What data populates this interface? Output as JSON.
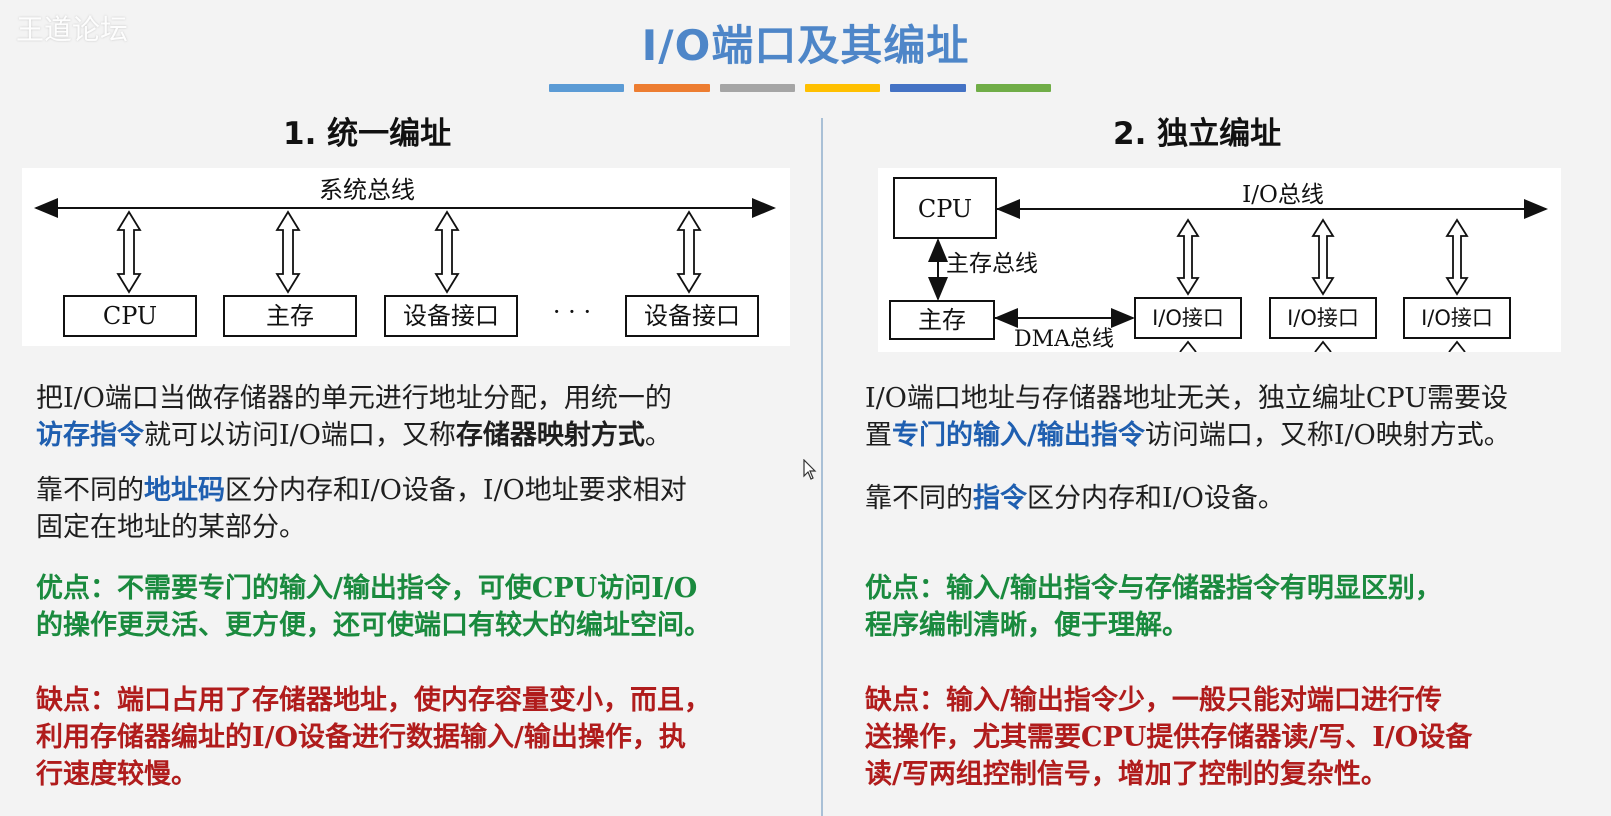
{
  "watermark": "王道论坛",
  "title": "I/O端口及其编址",
  "strip_colors": [
    "#5b9bd5",
    "#ed7d31",
    "#a5a5a5",
    "#ffc000",
    "#4472c4",
    "#70ad47"
  ],
  "left": {
    "heading": "1. 统一编址",
    "diagram": {
      "bus_label": "系统总线",
      "boxes": [
        "CPU",
        "主存",
        "设备接口",
        "设备接口"
      ],
      "ellipsis": "· · ·"
    },
    "p1": {
      "a": "把I/O端口当做存储器的单元进行地址分配，用统一的",
      "b": "访存指令",
      "c": "就可以访问I/O端口，又称",
      "d": "存储器映射方式",
      "e": "。"
    },
    "p2": {
      "a": "靠不同的",
      "b": "地址码",
      "c": "区分内存和I/O设备，I/O地址要求相对",
      "d": "固定在地址的某部分。"
    },
    "pros": {
      "line1": "优点：不需要专门的输入/输出指令，可使CPU访问I/O",
      "line2": "的操作更灵活、更方便，还可使端口有较大的编址空间。"
    },
    "cons": {
      "line1": "缺点：端口占用了存储器地址，使内存容量变小，而且，",
      "line2": "利用存储器编址的I/O设备进行数据输入/输出操作，执",
      "line3": "行速度较慢。"
    }
  },
  "right": {
    "heading": "2. 独立编址",
    "diagram": {
      "cpu": "CPU",
      "io_bus": "I/O总线",
      "mem_bus": "主存总线",
      "memory": "主存",
      "dma_bus": "DMA总线",
      "ports": [
        "I/O接口",
        "I/O接口",
        "I/O接口"
      ]
    },
    "p1": {
      "a": "I/O端口地址与存储器地址无关，独立编址CPU需要设",
      "b": "置",
      "c": "专门的输入/输出指令",
      "d": "访问端口，又称I/O映射方式。"
    },
    "p2": {
      "a": "靠不同的",
      "b": "指令",
      "c": "区分内存和I/O设备。"
    },
    "pros": {
      "line1": "优点：输入/输出指令与存储器指令有明显区别，",
      "line2": "程序编制清晰，便于理解。"
    },
    "cons": {
      "line1": "缺点：输入/输出指令少，一般只能对端口进行传",
      "line2": "送操作，尤其需要CPU提供存储器读/写、I/O设备",
      "line3": "读/写两组控制信号，增加了控制的复杂性。"
    }
  }
}
